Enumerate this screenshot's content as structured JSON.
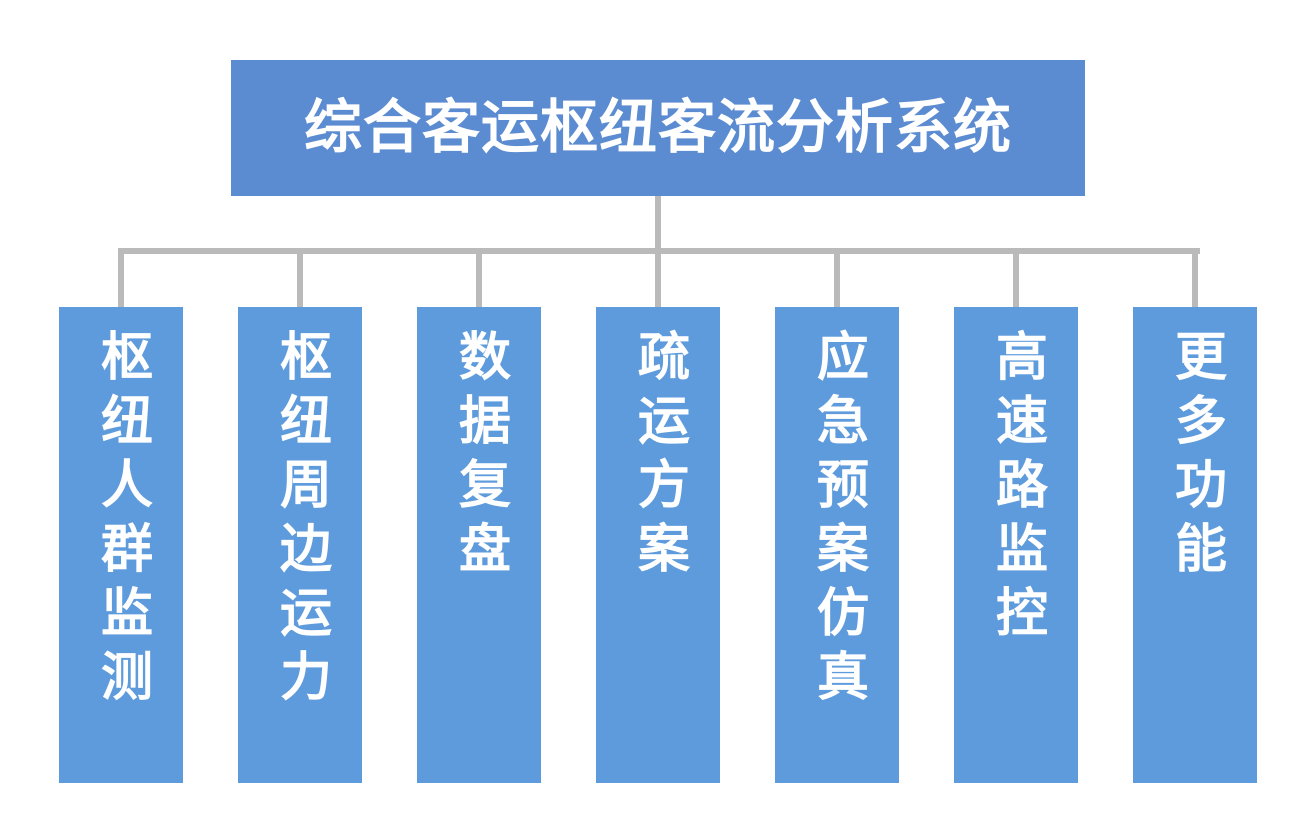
{
  "diagram": {
    "type": "organization-chart",
    "orientation": "top-down",
    "root": {
      "label": "综合客运枢纽客流分析系统",
      "color": "#5B8BD0",
      "text_color": "#FFFFFF"
    },
    "connector": {
      "color": "#BABABA"
    },
    "children": [
      {
        "label": "枢纽人群监测",
        "color": "#5E9BDC",
        "text_color": "#FFFFFF"
      },
      {
        "label": "枢纽周边运力",
        "color": "#5E9BDC",
        "text_color": "#FFFFFF"
      },
      {
        "label": "数据复盘",
        "color": "#5E9BDC",
        "text_color": "#FFFFFF"
      },
      {
        "label": "疏运方案",
        "color": "#5E9BDC",
        "text_color": "#FFFFFF"
      },
      {
        "label": "应急预案仿真",
        "color": "#5E9BDC",
        "text_color": "#FFFFFF"
      },
      {
        "label": "高速路监控",
        "color": "#5E9BDC",
        "text_color": "#FFFFFF"
      },
      {
        "label": "更多功能",
        "color": "#5E9BDC",
        "text_color": "#FFFFFF"
      }
    ]
  }
}
